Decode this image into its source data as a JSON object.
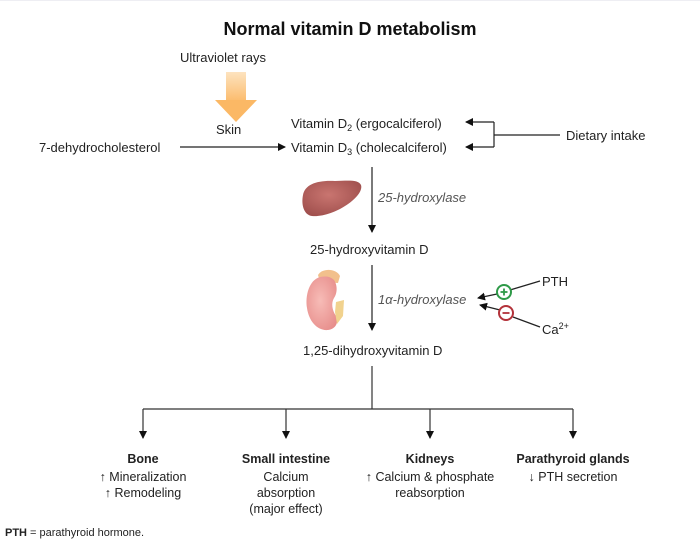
{
  "title": "Normal vitamin D metabolism",
  "sources": {
    "uv": "Ultraviolet rays",
    "skin": "Skin",
    "precursor": "7-dehydrocholesterol",
    "dietary": "Dietary intake"
  },
  "vitamins": [
    {
      "prefix": "Vitamin D",
      "subscript": "2",
      "name": "(ergocalciferol)"
    },
    {
      "prefix": "Vitamin D",
      "subscript": "3",
      "name": "(cholecalciferol)"
    }
  ],
  "steps": {
    "enzyme1": "25-hydroxylase",
    "organ1_icon": "liver-icon",
    "product1": "25-hydroxyvitamin D",
    "enzyme2": "1α-hydroxylase",
    "organ2_icon": "kidney-icon",
    "product2": "1,25-dihydroxyvitamin D"
  },
  "regulators": [
    {
      "label": "PTH",
      "effect": "+",
      "color": "#2e9a48"
    },
    {
      "label": "Ca",
      "superscript": "2+",
      "effect": "−",
      "color": "#b3323a"
    }
  ],
  "targets": [
    {
      "name": "Bone",
      "lines": [
        "↑ Mineralization",
        "↑ Remodeling"
      ]
    },
    {
      "name": "Small intestine",
      "lines": [
        "Calcium",
        "absorption",
        "(major effect)"
      ]
    },
    {
      "name": "Kidneys",
      "lines": [
        "↑ Calcium & phosphate",
        "reabsorption"
      ]
    },
    {
      "name": "Parathyroid glands",
      "lines": [
        "↓ PTH secretion"
      ]
    }
  ],
  "footnote": {
    "abbr": "PTH",
    "text": " = parathyroid hormone."
  },
  "colors": {
    "uv_arrow": "#fbc57e",
    "liver": "#b5605c",
    "kidney": "#f0a1a0",
    "stimulate": "#2e9a48",
    "inhibit": "#b3323a"
  }
}
